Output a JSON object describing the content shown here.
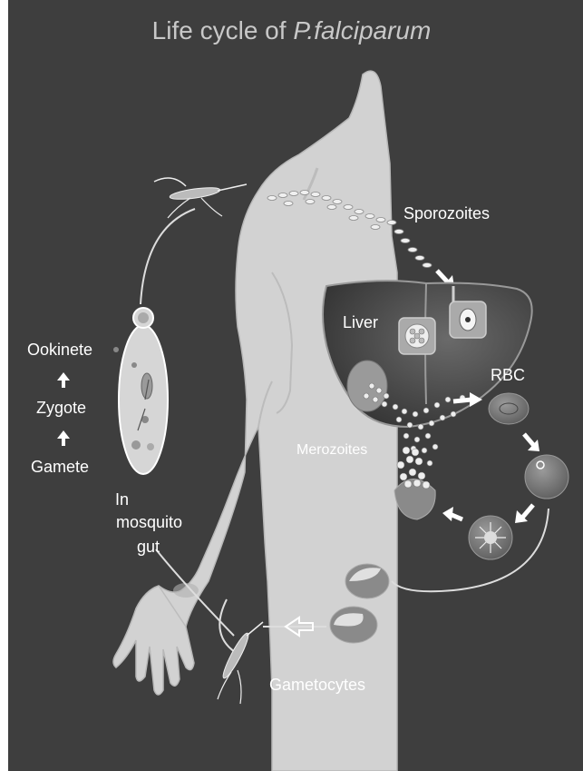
{
  "title": {
    "main": "Life cycle of ",
    "species": "P.falciparum"
  },
  "labels": {
    "sporozoites": "Sporozoites",
    "liver": "Liver",
    "rbc": "RBC",
    "merozoites": "Merozoites",
    "ookinete": "Ookinete",
    "zygote": "Zygote",
    "gamete": "Gamete",
    "in_mosquito_gut": [
      "In",
      "mosquito",
      "gut"
    ],
    "gametocytes": "Gametocytes"
  },
  "colors": {
    "background": "#3e3e3e",
    "body": "#d2d2d2",
    "liver": "#555555",
    "cell": "#7a7a7a",
    "text": "#ffffff",
    "title": "#c8c8c8"
  }
}
